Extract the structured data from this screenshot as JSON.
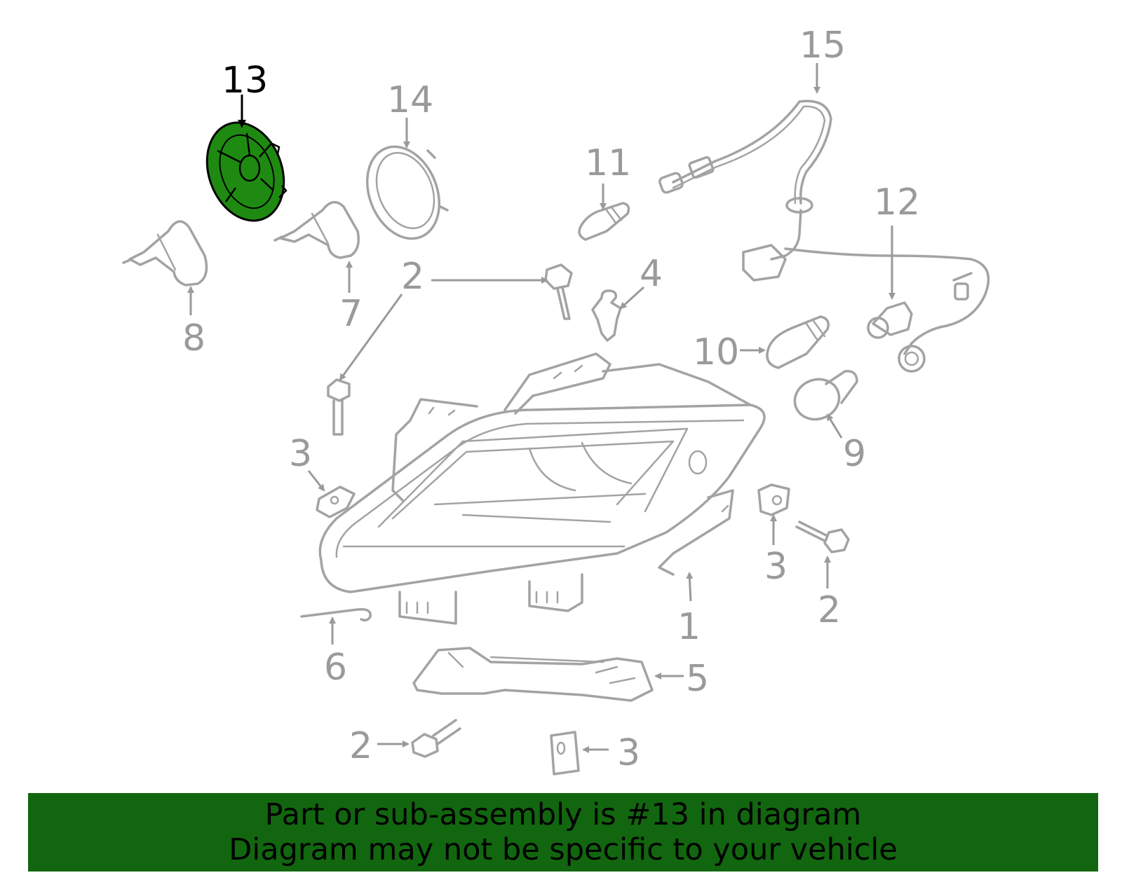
{
  "diagram": {
    "highlighted_part": "13",
    "highlight_color": "#1f8a12",
    "line_color": "#a3a3a3",
    "labels": {
      "p1": "1",
      "p2a": "2",
      "p2b": "2",
      "p2c": "2",
      "p3a": "3",
      "p3b": "3",
      "p3c": "3",
      "p4": "4",
      "p5": "5",
      "p6": "6",
      "p7": "7",
      "p8": "8",
      "p9": "9",
      "p10": "10",
      "p11": "11",
      "p12": "12",
      "p13": "13",
      "p14": "14",
      "p15": "15"
    }
  },
  "banner": {
    "background": "#12660f",
    "line1": "Part or sub-assembly is #13 in diagram",
    "line2": "Diagram may not be specific to your vehicle"
  }
}
